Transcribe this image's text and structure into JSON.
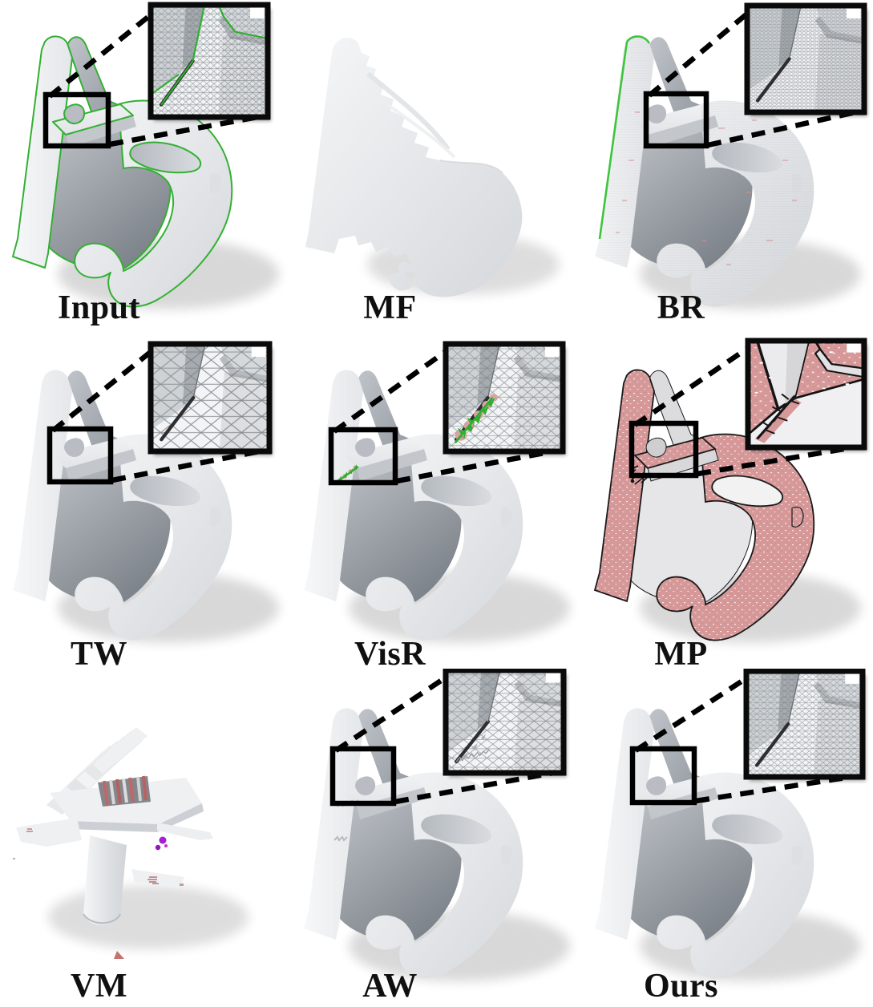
{
  "figure": {
    "description": "3x3 qualitative comparison of mesh repair / remeshing methods on a 3D extruded glyph model, each with a zoom inset of the concave corner",
    "panels": [
      {
        "id": "input",
        "label": "Input",
        "has_zoom_inset": true,
        "rendering": "gray triangle mesh with green feature edges"
      },
      {
        "id": "mf",
        "label": "MF",
        "has_zoom_inset": false,
        "rendering": "holes filled into a solid blob with eroded jagged top edge and bottom notch"
      },
      {
        "id": "br",
        "label": "BR",
        "has_zoom_inset": true,
        "rendering": "very dense uniform remesh, green silhouette edge on left, faint red sliver artifacts"
      },
      {
        "id": "tw",
        "label": "TW",
        "has_zoom_inset": true,
        "rendering": "smooth surface, coarse irregular triangulation visible in inset"
      },
      {
        "id": "visr",
        "label": "VisR",
        "has_zoom_inset": true,
        "rendering": "green spike artifacts with pink patches along the concave corner"
      },
      {
        "id": "mp",
        "label": "MP",
        "has_zoom_inset": true,
        "rendering": "pink speckled surface with black branching artifacts at the corner, white interior faces"
      },
      {
        "id": "vm",
        "label": "VM",
        "has_zoom_inset": false,
        "rendering": "catastrophic failure: broken stepped slabs, red striped bands, purple blobs, stray red fragments"
      },
      {
        "id": "aw",
        "label": "AW",
        "has_zoom_inset": true,
        "rendering": "smooth surface with jagged fringe artifacts at the concave corner"
      },
      {
        "id": "ours",
        "label": "Ours",
        "has_zoom_inset": true,
        "rendering": "clean uniform fine triangulation"
      }
    ],
    "colors": {
      "background": "#ffffff",
      "model_gray": "#e9ebee",
      "feature_edge_green": "#33b033",
      "mp_pink": "#d69898",
      "vm_purple": "#a520d2",
      "vm_red_stripe": "#c06868",
      "label_text": "#101010",
      "inset_border": "#0a0a0a"
    }
  }
}
